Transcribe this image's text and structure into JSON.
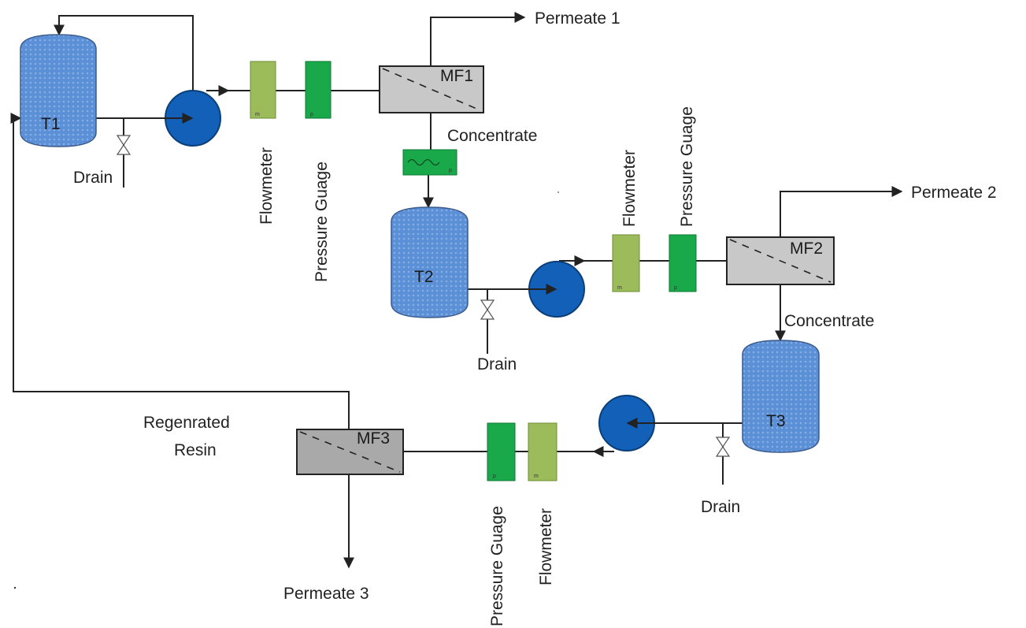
{
  "tanks": {
    "t1": "T1",
    "t2": "T2",
    "t3": "T3"
  },
  "filters": {
    "mf1": "MF1",
    "mf2": "MF2",
    "mf3": "MF3"
  },
  "outputs": {
    "permeate1": "Permeate 1",
    "permeate2": "Permeate 2",
    "permeate3": "Permeate 3"
  },
  "labels": {
    "drain": "Drain",
    "flowmeter": "Flowmeter",
    "pressure_gauge": "Pressure Guage",
    "concentrate": "Concentrate",
    "regenerated_line1": "Regenrated",
    "regenerated_line2": "Resin"
  },
  "colors": {
    "tank_fill": "#5b8fd6",
    "pump_fill": "#1260b8",
    "flowmeter_fill": "#9cbb5a",
    "pressure_gauge_fill": "#19a84a",
    "membrane_fill": "#c8c8c8"
  }
}
